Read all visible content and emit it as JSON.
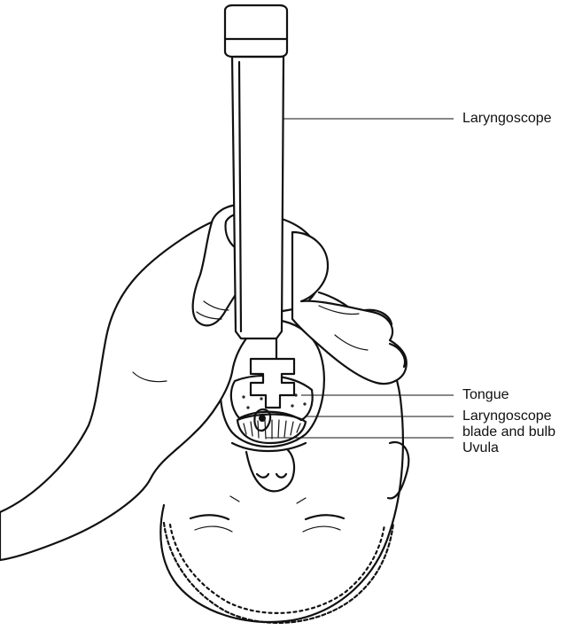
{
  "labels": {
    "laryngoscope": "Laryngoscope",
    "tongue": "Tongue",
    "blade_line1": "Laryngoscope",
    "blade_line2": "blade and bulb",
    "uvula": "Uvula"
  }
}
